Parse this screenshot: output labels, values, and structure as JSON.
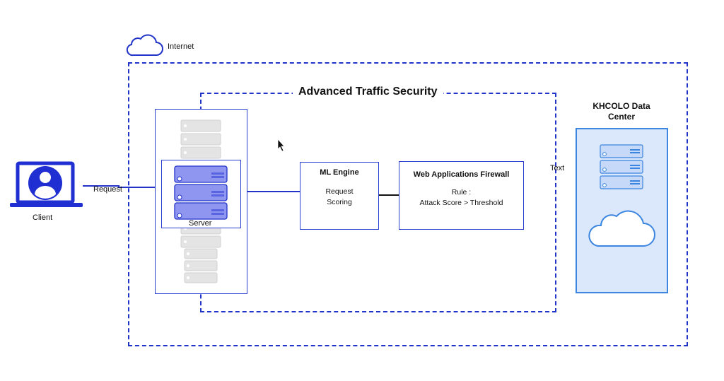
{
  "internet": {
    "label": "Internet"
  },
  "security": {
    "title": "Advanced Traffic Security"
  },
  "datacenter": {
    "title_line1": "KHCOLO Data",
    "title_line2": "Center"
  },
  "client": {
    "label": "Client"
  },
  "request_label": "Request",
  "server": {
    "label": "Server"
  },
  "ml_engine": {
    "title": "ML Engine",
    "line1": "Request",
    "line2": "Scoring"
  },
  "waf": {
    "title": "Web Applications Firewall",
    "line1": "Rule :",
    "line2": "Attack Score > Threshold"
  },
  "floating_text": "Text",
  "colors": {
    "accent": "#2233c9",
    "server_blue": "#8f96f0",
    "server_gray": "#e2e2e2",
    "dc_fill": "#dbe7fb",
    "dc_border": "#3a86e0"
  },
  "icons": [
    "cloud-icon",
    "laptop-user-icon",
    "server-rack-icon",
    "cursor-icon"
  ]
}
